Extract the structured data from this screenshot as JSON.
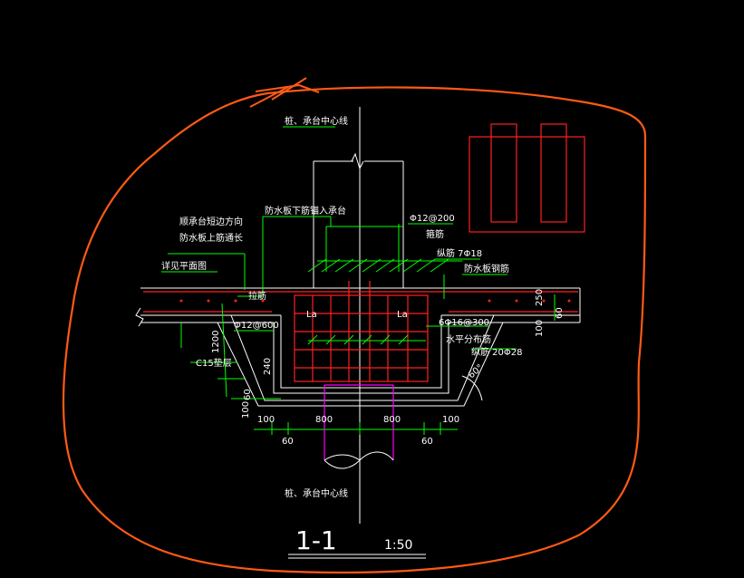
{
  "labels": {
    "pile_center_top": "桩、承台中心线",
    "pile_center_bottom": "桩、承台中心线",
    "waterproof_anchor": "防水板下筋锚入承台",
    "stirrup_spec": "Φ12@200",
    "stirrup_name": "箍筋",
    "long_bar_top": "纵筋 7Φ18",
    "waterproof_rebar": "防水板钢筋",
    "side_note_1": "顺承台短边方向",
    "side_note_2": "防水板上筋通长",
    "see_plan": "详见平面图",
    "tie_bar": "拉筋",
    "left_bar": "Φ12@600",
    "la_left": "La",
    "la_right": "La",
    "horiz_spec": "6Φ16@300",
    "horiz_name": "水平分布筋",
    "long_bar_bottom": "纵筋 20Φ28",
    "cushion": "C15垫层",
    "angle": "60°"
  },
  "dims": {
    "d1200": "1200",
    "d240": "240",
    "d60v": "60",
    "d100v": "100",
    "d250": "250",
    "d60r": "60",
    "d100r": "100",
    "b100l": "100",
    "b800l": "800",
    "b800r": "800",
    "b100r": "100",
    "b60l": "60",
    "b60r": "60"
  },
  "title": {
    "section": "1-1",
    "scale": "1:50"
  },
  "colors": {
    "white": "#ffffff",
    "green": "#00ff00",
    "red": "#ff2020",
    "magenta": "#ff00ff",
    "yellow": "#ffff00",
    "orange": "#ff5a14"
  }
}
